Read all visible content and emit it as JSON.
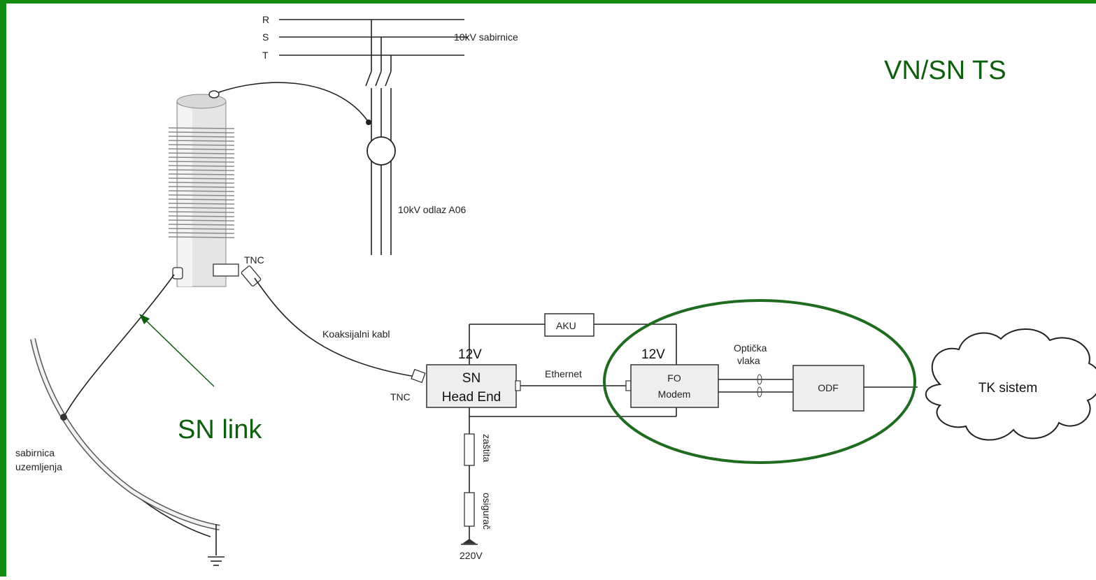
{
  "title": "VN/SN TS",
  "busbars": {
    "phase_r": "R",
    "phase_s": "S",
    "phase_t": "T",
    "label": "10kV sabirnice"
  },
  "feeder_label": "10kV odlaz A06",
  "connector_top": "TNC",
  "connector_left": "TNC",
  "coax_label": "Koaksijalni kabl",
  "battery_label": "AKU",
  "head_end": {
    "voltage": "12V",
    "line1": "SN",
    "line2": "Head End"
  },
  "ethernet_label": "Ethernet",
  "modem": {
    "voltage": "12V",
    "line1": "FO",
    "line2": "Modem"
  },
  "fiber_label": {
    "line1": "Optička",
    "line2": "vlaka"
  },
  "odf_label": "ODF",
  "cloud_label": "TK sistem",
  "fuse_label": "zaštita",
  "breaker_label": "osigurač",
  "supply_label": "220V",
  "ground_bar": {
    "line1": "sabirnica",
    "line2": "uzemljenja"
  },
  "sn_link_label": "SN link",
  "colors": {
    "frame": "#118a11",
    "annotation": "#0d5e0d",
    "ellipse": "#1f6b1f",
    "box_fill": "#eeeeee"
  }
}
